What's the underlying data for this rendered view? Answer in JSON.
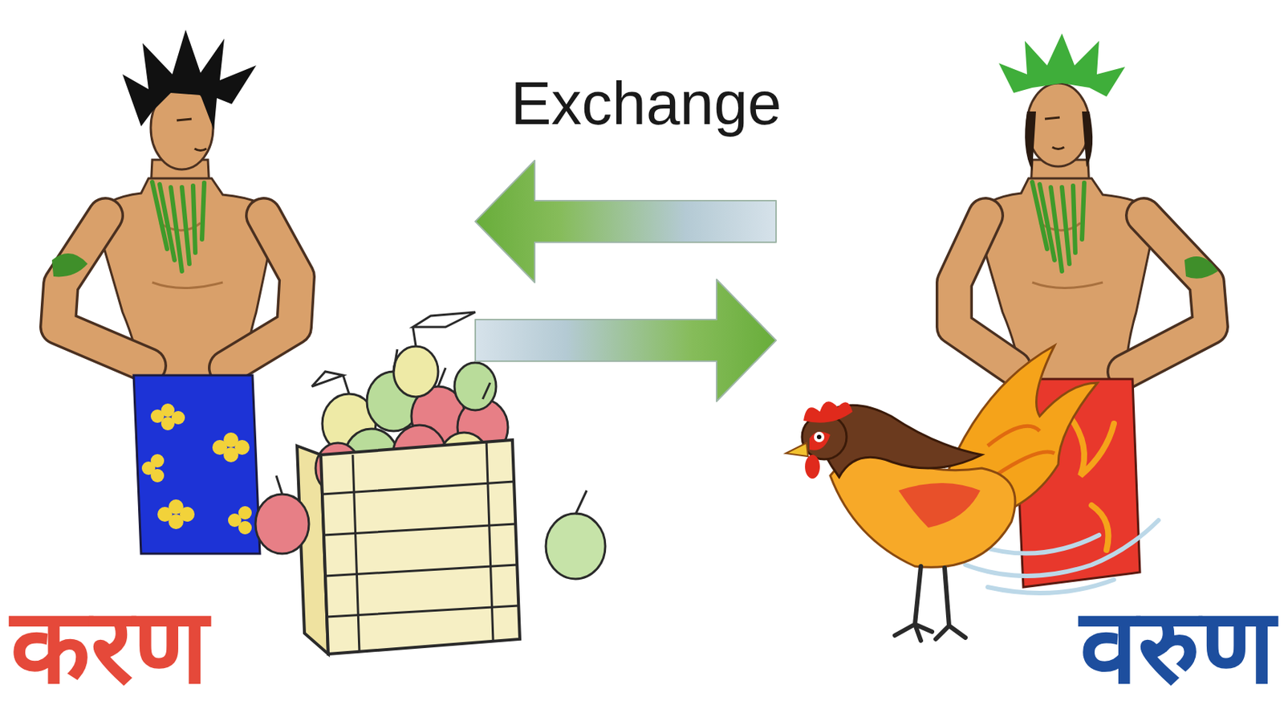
{
  "diagram": {
    "nodes": [
      {
        "text": [
          "करण"
        ]
      },
      {
        "text": [
          "वरुण"
        ]
      }
    ],
    "edges": [
      {
        "from": 1,
        "to": 0,
        "arrow": "to"
      },
      {
        "from": 0,
        "to": 1,
        "arrow": "to"
      }
    ],
    "labels": [
      "Exchange"
    ]
  }
}
